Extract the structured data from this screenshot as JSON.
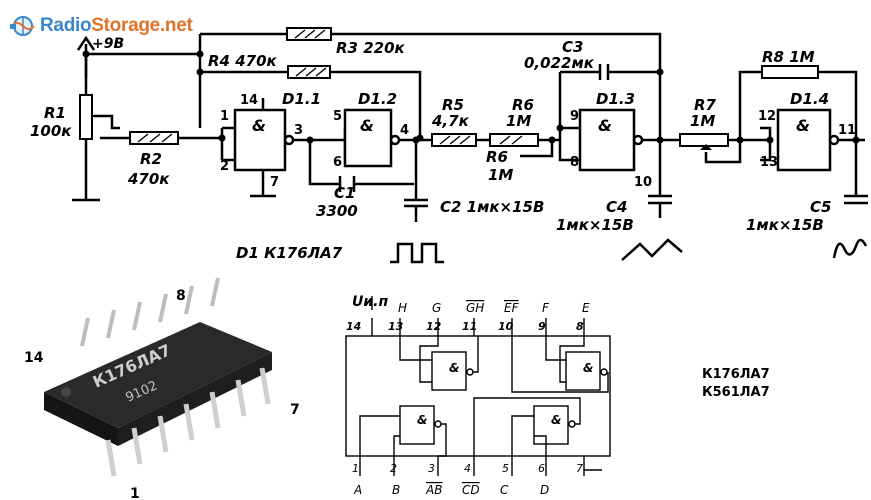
{
  "site": {
    "logo_part1": "Radio",
    "logo_part2": "Storage.net"
  },
  "schematic": {
    "supply": "+9В",
    "r1_name": "R1",
    "r1_value": "100к",
    "r2_name": "R2",
    "r2_value": "470к",
    "r3": "R3 220к",
    "r4": "R4 470к",
    "r5_name": "R5",
    "r5_value": "4,7к",
    "r6_top_name": "R6",
    "r6_top_value": "1М",
    "r6_bot_name": "R6",
    "r6_bot_value": "1М",
    "c3_name": "C3",
    "c3_value": "0,022мк",
    "r7_name": "R7",
    "r7_value": "1М",
    "r8": "R8 1М",
    "c1_name": "C1",
    "c1_value": "3300",
    "c2": "C2 1мк×15В",
    "c4_name": "C4",
    "c4_value": "1мк×15В",
    "c5_name": "C5",
    "c5_value": "1мк×15В",
    "d11": "D1.1",
    "d12": "D1.2",
    "d13": "D1.3",
    "d14": "D1.4",
    "gate_symbol": "&",
    "chip_caption": "D1 К176ЛА7",
    "pins": {
      "p1": "1",
      "p2": "2",
      "p3": "3",
      "p4": "4",
      "p5": "5",
      "p6": "6",
      "p7": "7",
      "p8": "8",
      "p9": "9",
      "p10": "10",
      "p11": "11",
      "p12": "12",
      "p13": "13",
      "p14": "14"
    }
  },
  "package": {
    "label_8": "8",
    "label_14": "14",
    "label_7": "7",
    "label_1": "1",
    "marking": "К176ЛА7",
    "marking2": "9102"
  },
  "pinout": {
    "supply": "Uи.п",
    "top_pins": [
      "14",
      "13",
      "12",
      "11",
      "10",
      "9",
      "8"
    ],
    "top_letters": [
      "H",
      "G",
      "GH",
      "EF",
      "F",
      "E"
    ],
    "bottom_pins": [
      "1",
      "2",
      "3",
      "4",
      "5",
      "6",
      "7"
    ],
    "bottom_letters": [
      "A",
      "B",
      "AB",
      "CD",
      "C",
      "D"
    ],
    "gate_symbol": "&"
  },
  "chip_names": {
    "line1": "К176ЛА7",
    "line2": "К561ЛА7"
  }
}
